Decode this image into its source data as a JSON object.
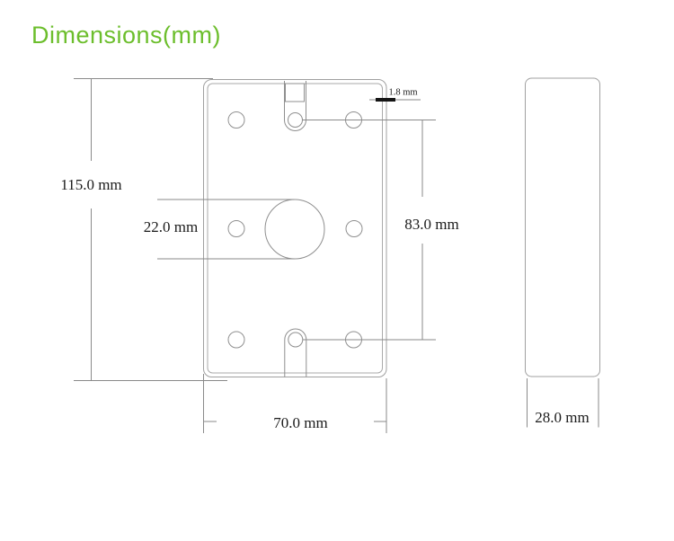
{
  "title": "Dimensions(mm)",
  "colors": {
    "accent_green": "#6CBE2C",
    "outline_gray": "#A0A0A0",
    "dimension_gray": "#8A8A8A",
    "text_dark": "#1B1B1B",
    "thickness_mark_black": "#141414"
  },
  "dimensions": {
    "overall_height": "115.0 mm",
    "center_hole_diameter": "22.0 mm",
    "mounting_hole_spacing": "83.0 mm",
    "plate_thickness": "1.8 mm",
    "overall_width": "70.0 mm",
    "side_depth": "28.0 mm"
  },
  "views": {
    "front": "front-view-plate",
    "side": "side-view-body"
  }
}
